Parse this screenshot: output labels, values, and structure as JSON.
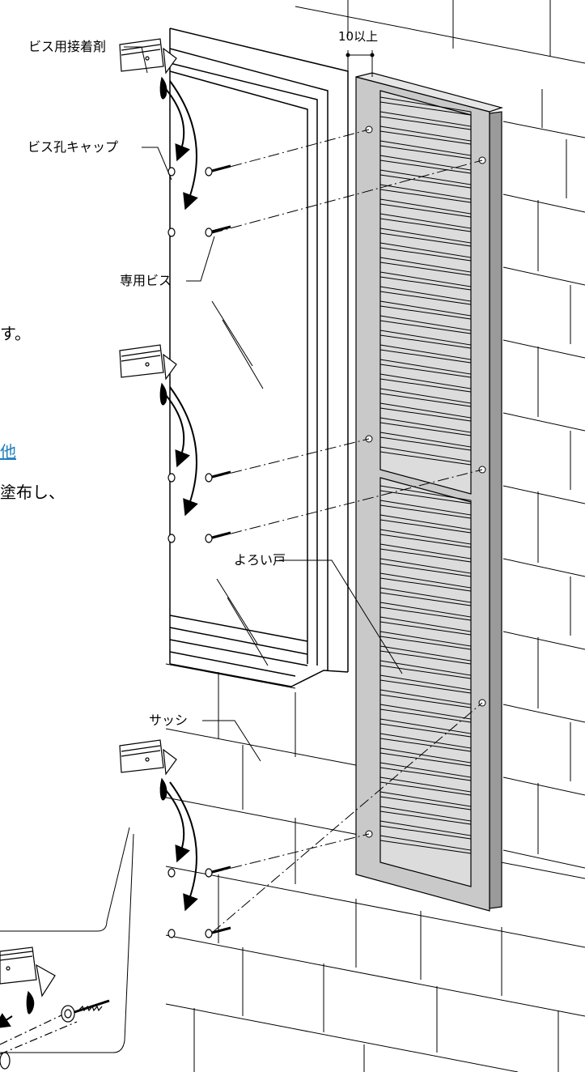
{
  "labels": {
    "screw_adhesive": "ビス用接着剤",
    "screw_hole_cap": "ビス孔キャップ",
    "special_screw": "専用ビス",
    "clearance": "10以上",
    "louver_door": "よろい戸",
    "sash": "サッシ"
  },
  "partial_text": {
    "line1": "す。",
    "link": "他",
    "line2": "塗布し、"
  },
  "colors": {
    "line": "#000000",
    "shutter_fill": "#c9c9c9",
    "slat_fill": "#dcdcdc",
    "wall_fill": "#ffffff",
    "link": "#1d7fbf"
  }
}
